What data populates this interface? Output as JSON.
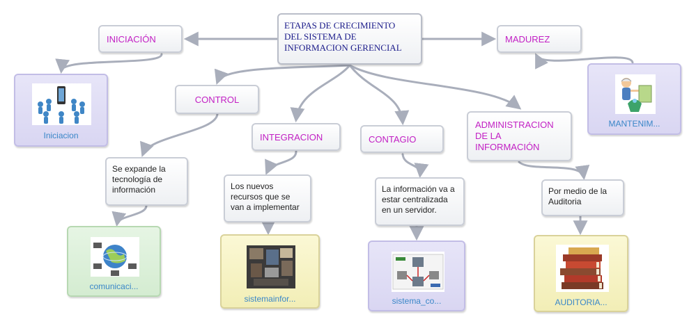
{
  "central": {
    "text": "ETAPAS DE CRECIMIENTO\nDEL SISTEMA DE\nINFORMACION GERENCIAL"
  },
  "topics": {
    "iniciacion": "INICIACIÓN",
    "madurez": "MADUREZ",
    "control": "CONTROL",
    "integracion": "INTEGRACION",
    "contagio": "CONTAGIO",
    "administracion": "ADMINISTRACION\nDE    LA\nINFORMACIÓN"
  },
  "descriptions": {
    "control": "Se expande la\ntecnología de\ninformación",
    "integracion": "Los nuevos\nrecursos que se\nvan a implementar",
    "contagio": "La información va a\nestar centralizada\nen un servidor.",
    "administracion": "Por medio de la\nAuditoria"
  },
  "images": {
    "iniciacion": {
      "caption": "Iniciacion",
      "icon": "people-network-icon"
    },
    "madurez": {
      "caption": "MANTENIM...",
      "icon": "maintenance-worker-icon"
    },
    "control": {
      "caption": "comunicaci...",
      "icon": "globe-network-icon"
    },
    "integracion": {
      "caption": "sistemainfor...",
      "icon": "information-system-collage-icon"
    },
    "contagio": {
      "caption": "sistema_co...",
      "icon": "server-diagram-icon"
    },
    "administracion": {
      "caption": "AUDITORIA...",
      "icon": "books-stack-icon"
    }
  },
  "colors": {
    "topic_text": "#c21fc4",
    "central_text": "#1b1b8a",
    "caption_text": "#3a87c8",
    "connector": "#a9aebb"
  }
}
